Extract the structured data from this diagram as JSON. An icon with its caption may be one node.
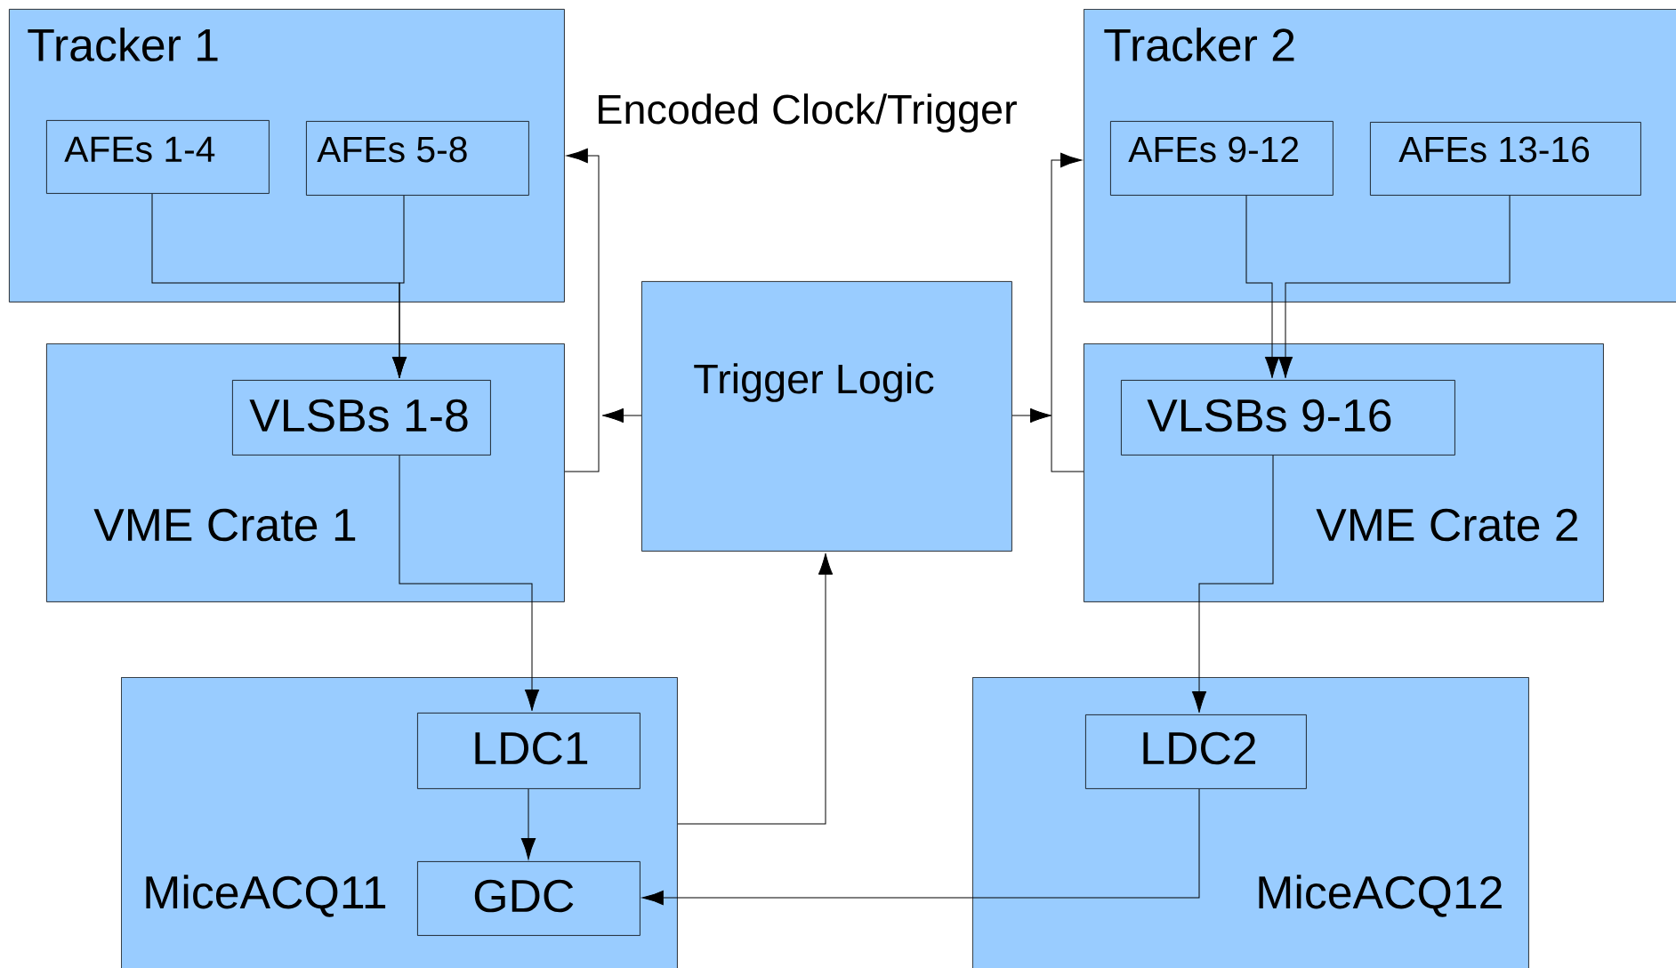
{
  "diagram": {
    "nodes": [
      {
        "text": [
          "Tracker 1"
        ]
      },
      {
        "text": [
          "AFEs 1-4"
        ],
        "in": 0
      },
      {
        "text": [
          "AFEs 5-8"
        ],
        "in": 0
      },
      {
        "text": [
          "Tracker 2"
        ]
      },
      {
        "text": [
          "AFEs 9-12"
        ],
        "in": 3
      },
      {
        "text": [
          "AFEs 13-16"
        ],
        "in": 3
      },
      {
        "text": [
          "VME Crate 1"
        ]
      },
      {
        "text": [
          "VLSBs 1-8"
        ],
        "in": 6
      },
      {
        "text": [
          "Trigger Logic"
        ]
      },
      {
        "text": [
          "VME Crate 2"
        ]
      },
      {
        "text": [
          "VLSBs 9-16"
        ],
        "in": 9
      },
      {
        "text": [
          "MiceACQ11"
        ]
      },
      {
        "text": [
          "LDC1"
        ],
        "in": 11
      },
      {
        "text": [
          "GDC"
        ],
        "in": 11
      },
      {
        "text": [
          "MiceACQ12"
        ]
      },
      {
        "text": [
          "LDC2"
        ],
        "in": 14
      }
    ],
    "edges": [
      {
        "from": 1,
        "to": 7,
        "arrow": "to"
      },
      {
        "from": 2,
        "to": 7,
        "arrow": "to"
      },
      {
        "from": 4,
        "to": 10,
        "arrow": "to"
      },
      {
        "from": 5,
        "to": 10,
        "arrow": "to"
      },
      {
        "from": 8,
        "to": null,
        "arrow": "to"
      },
      {
        "from": 6,
        "to": 0,
        "arrow": "to"
      },
      {
        "from": 8,
        "to": null,
        "arrow": "to"
      },
      {
        "from": 9,
        "to": 3,
        "arrow": "to"
      },
      {
        "from": 7,
        "to": 12,
        "arrow": "to"
      },
      {
        "from": 10,
        "to": 15,
        "arrow": "to"
      },
      {
        "from": 12,
        "to": 13,
        "arrow": "to"
      },
      {
        "from": 15,
        "to": 13,
        "arrow": "to"
      },
      {
        "from": 11,
        "to": 8,
        "arrow": "to"
      }
    ],
    "labels": [
      "Encoded Clock/Trigger"
    ]
  }
}
